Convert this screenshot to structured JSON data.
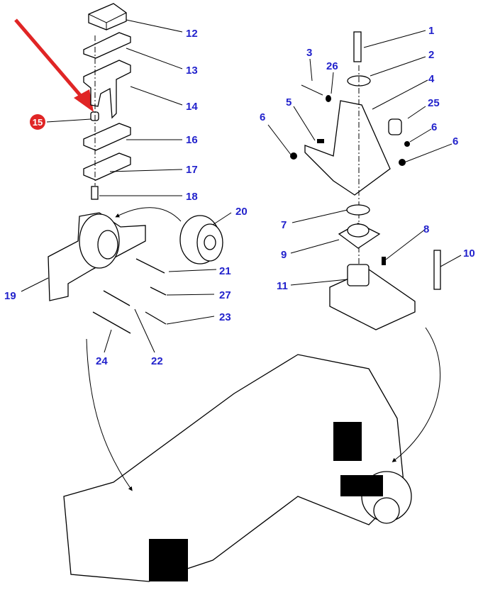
{
  "diagram": {
    "title": "Tractor transmission mounting brackets exploded view",
    "highlight": {
      "label": "15",
      "badge_color": "#e02525",
      "arrow_color": "#e02525"
    },
    "label_color": "#2222cc",
    "left_bracket_parts": [
      "12",
      "13",
      "14",
      "16",
      "17",
      "18"
    ],
    "left_mount_parts": [
      "19",
      "20",
      "21",
      "27",
      "23",
      "22",
      "24"
    ],
    "right_mount_parts": [
      "1",
      "2",
      "3",
      "26",
      "4",
      "5",
      "25",
      "6",
      "6",
      "6",
      "7",
      "8",
      "9",
      "10",
      "11"
    ],
    "labels": {
      "p1": "1",
      "p2": "2",
      "p3": "3",
      "p4": "4",
      "p5": "5",
      "p6a": "6",
      "p6b": "6",
      "p6c": "6",
      "p7": "7",
      "p8": "8",
      "p9": "9",
      "p10": "10",
      "p11": "11",
      "p12": "12",
      "p13": "13",
      "p14": "14",
      "p15": "15",
      "p16": "16",
      "p17": "17",
      "p18": "18",
      "p19": "19",
      "p20": "20",
      "p21": "21",
      "p22": "22",
      "p23": "23",
      "p24": "24",
      "p25": "25",
      "p26": "26",
      "p27": "27"
    }
  }
}
